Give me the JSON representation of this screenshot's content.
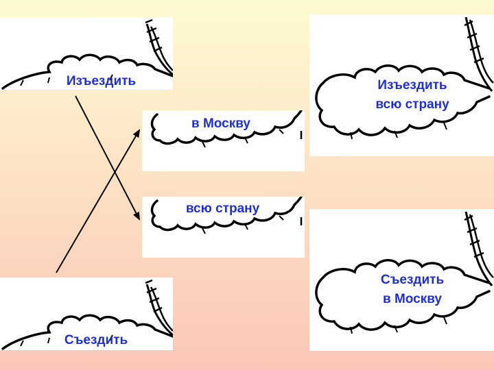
{
  "words": {
    "izezdit": "Изъездить",
    "sezdit": "Съездить"
  },
  "phrases": {
    "v_moskvu": "в Москву",
    "vsyu_stranu": "всю страну"
  },
  "results": {
    "izezdit_line1": "Изъездить",
    "izezdit_line2": "всю страну",
    "sezdit_line1": "Съездить",
    "sezdit_line2": "в Москву"
  },
  "colors": {
    "label": "#1f2fd6",
    "arrow": "#000000",
    "leaf_outline": "#000000"
  },
  "icons": [
    "oak-leaf-icon"
  ]
}
